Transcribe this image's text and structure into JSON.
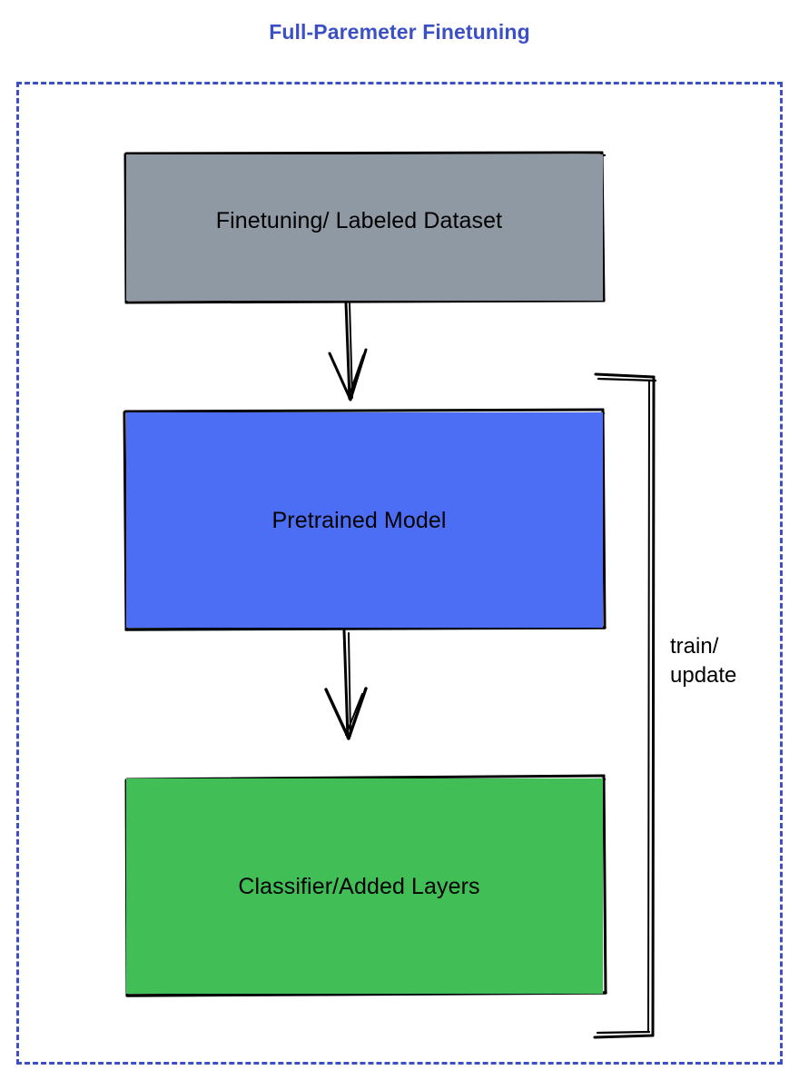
{
  "title": "Full-Paremeter Finetuning",
  "colors": {
    "title_blue": "#3b50c4",
    "container_dashed": "#3b50c4",
    "dataset_gray": "#8e99a3",
    "pretrained_blue": "#4c6ef5",
    "classifier_green": "#41be55",
    "stroke_black": "#000000",
    "background": "#ffffff"
  },
  "nodes": [
    {
      "id": "dataset",
      "label": "Finetuning/ Labeled Dataset",
      "fill": "#8e99a3"
    },
    {
      "id": "pretrained",
      "label": "Pretrained Model",
      "fill": "#4c6ef5"
    },
    {
      "id": "classifier",
      "label": "Classifier/Added Layers",
      "fill": "#41be55"
    }
  ],
  "edges": [
    {
      "id": "dataset-to-pretrained",
      "from": "dataset",
      "to": "pretrained",
      "label": "",
      "style": "arrow-down"
    },
    {
      "id": "pretrained-to-classifier",
      "from": "pretrained",
      "to": "classifier",
      "label": "",
      "style": "arrow-down"
    },
    {
      "id": "feedback-loop",
      "from": "classifier",
      "to": "pretrained",
      "label": "train/\nupdate",
      "style": "bracket-right"
    }
  ],
  "loop": {
    "label_line1": "train/",
    "label_line2": "update",
    "label_full": "train/\nupdate"
  }
}
